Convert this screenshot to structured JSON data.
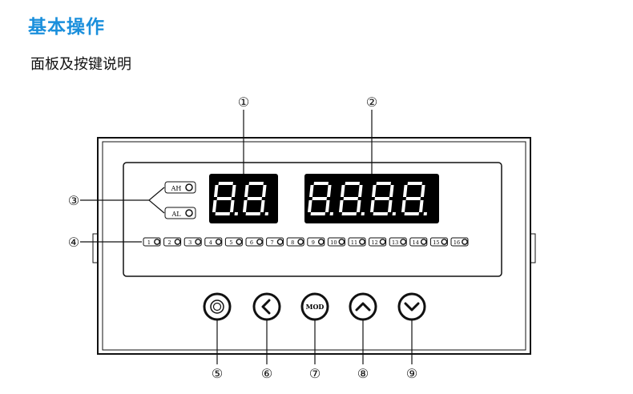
{
  "heading": "基本操作",
  "subheading": "面板及按键说明",
  "colors": {
    "heading": "#1a8fdc",
    "line": "#111111"
  },
  "callouts": [
    "①",
    "②",
    "③",
    "④",
    "⑤",
    "⑥",
    "⑦",
    "⑧",
    "⑨"
  ],
  "alarm_labels": [
    "AH",
    "AL"
  ],
  "display_small": "8.8.",
  "display_large": "8.8.8.8.",
  "channel_labels": [
    "1",
    "2",
    "3",
    "4",
    "5",
    "6",
    "7",
    "8",
    "9",
    "10",
    "11",
    "12",
    "13",
    "14",
    "15",
    "16"
  ],
  "buttons": [
    {
      "name": "set-button",
      "icon": "circle-icon",
      "label": ""
    },
    {
      "name": "shift-left-button",
      "icon": "chevron-left-icon",
      "label": ""
    },
    {
      "name": "mode-button",
      "icon": "",
      "label": "MOD"
    },
    {
      "name": "up-button",
      "icon": "chevron-up-icon",
      "label": ""
    },
    {
      "name": "down-button",
      "icon": "chevron-down-icon",
      "label": ""
    }
  ]
}
